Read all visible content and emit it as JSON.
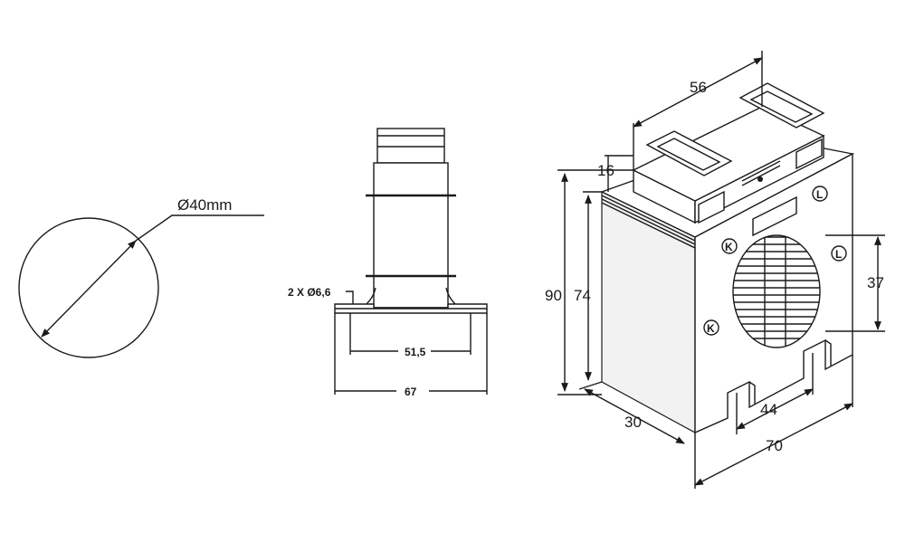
{
  "circle_view": {
    "diameter_label": "Ø40mm"
  },
  "side_view": {
    "holes_label": "2 X Ø6,6",
    "hole_spacing_label": "51,5",
    "base_width_label": "67"
  },
  "iso_view": {
    "top_width_label": "56",
    "top_height_label": "16",
    "overall_height_label": "90",
    "body_height_label": "74",
    "depth_label": "30",
    "slot_spacing_label": "44",
    "overall_width_label": "70",
    "window_height_label": "37",
    "terminal_marks": [
      "K",
      "L",
      "K",
      "L"
    ]
  }
}
